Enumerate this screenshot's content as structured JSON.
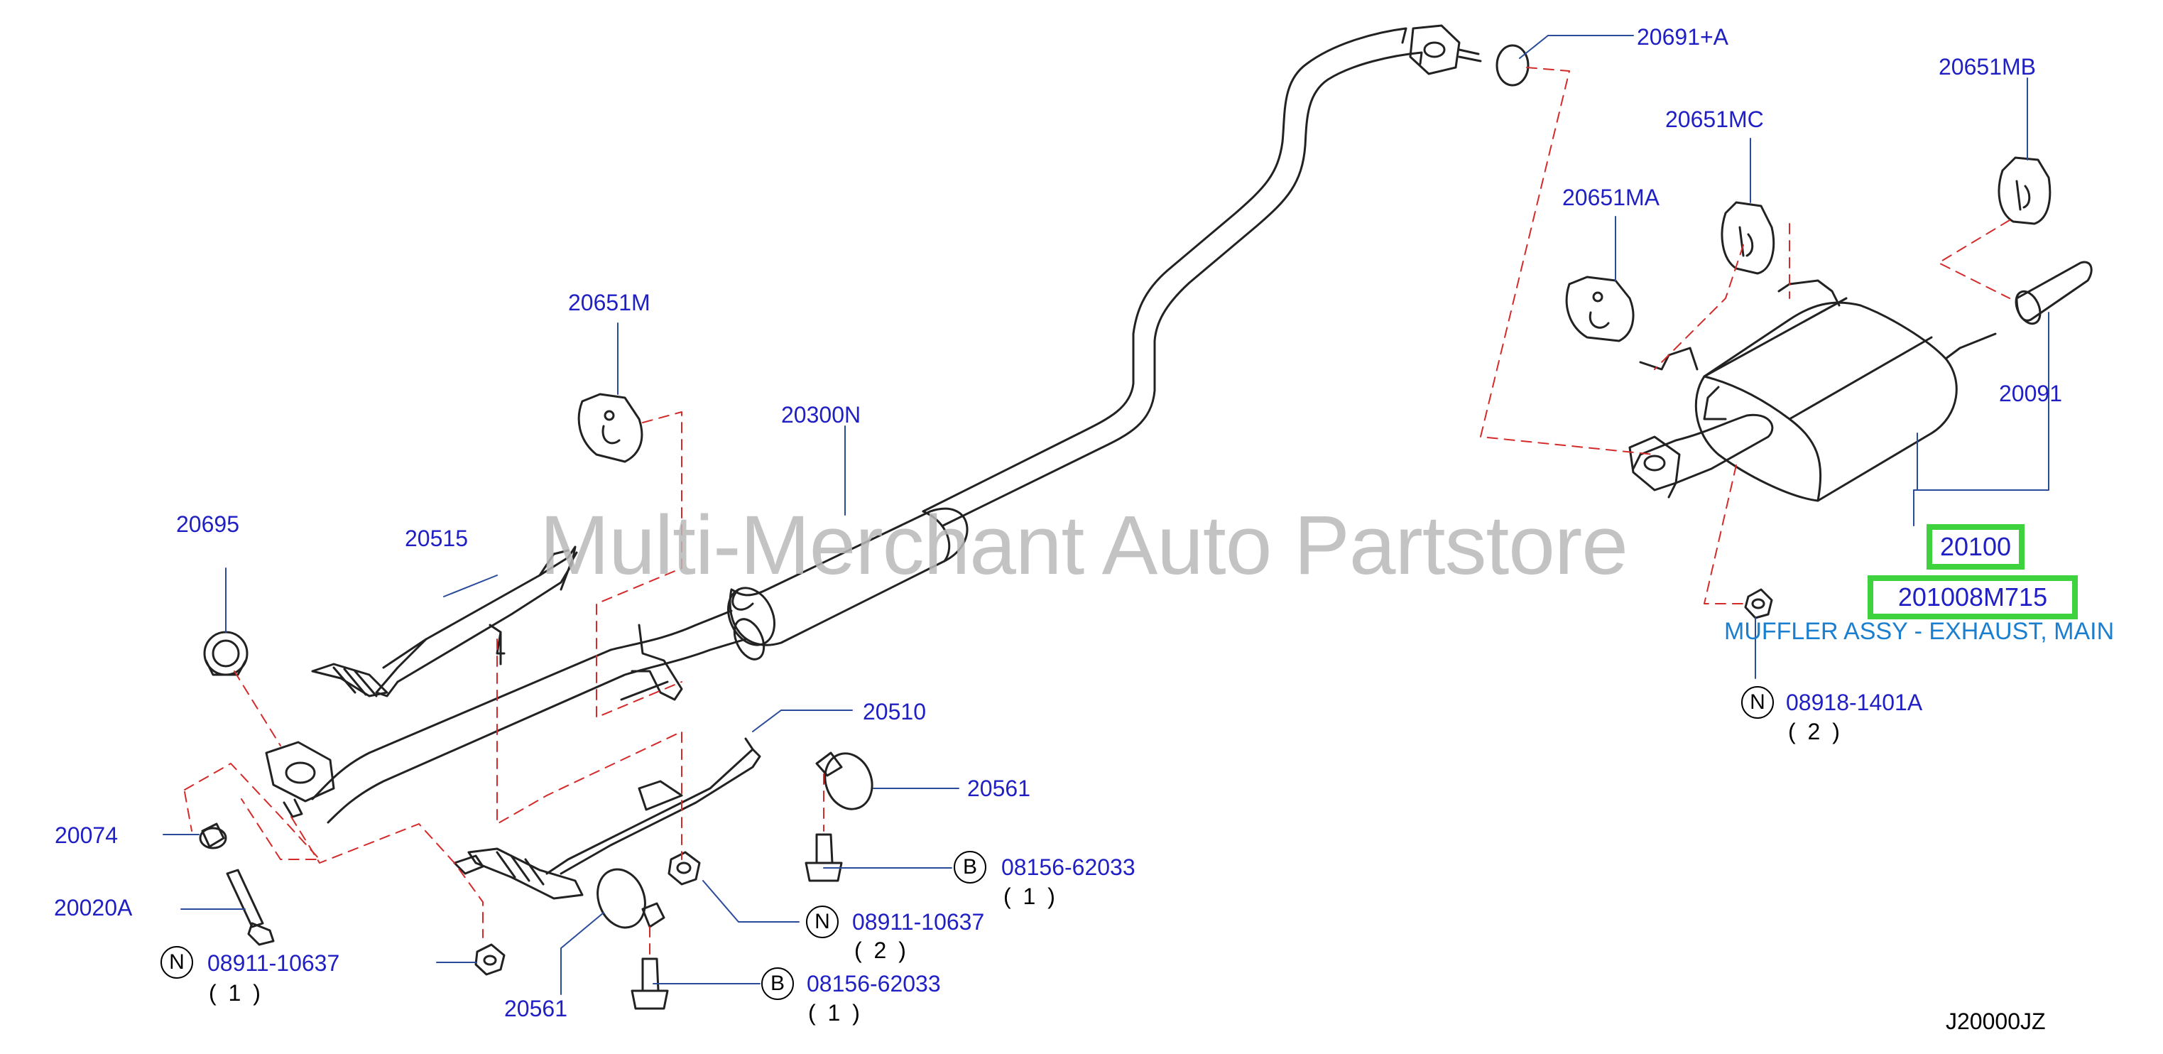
{
  "watermark": "Multi-Merchant Auto Partstore",
  "diagram_code": "J20000JZ",
  "highlight": {
    "group_number": "20100",
    "part_number": "201008M715",
    "description": "MUFFLER ASSY - EXHAUST, MAIN"
  },
  "part_labels": {
    "p20691A": "20691+A",
    "p20651MB": "20651MB",
    "p20651MC": "20651MC",
    "p20651MA": "20651MA",
    "p20651M": "20651M",
    "p20300N": "20300N",
    "p20091": "20091",
    "p20695": "20695",
    "p20515": "20515",
    "p20510": "20510",
    "p20561a": "20561",
    "p20561b": "20561",
    "p20074": "20074",
    "p20020A": "20020A"
  },
  "fasteners": [
    {
      "symbol": "N",
      "number": "08918-1401A",
      "qty": "( 2 )"
    },
    {
      "symbol": "B",
      "number": "08156-62033",
      "qty": "( 1 )"
    },
    {
      "symbol": "N",
      "number": "08911-10637",
      "qty": "( 2 )"
    },
    {
      "symbol": "N",
      "number": "08911-10637",
      "qty": "( 1 )"
    },
    {
      "symbol": "B",
      "number": "08156-62033",
      "qty": "( 1 )"
    }
  ],
  "colors": {
    "part_number": "#1f1fc4",
    "leader_line": "#2a4b9a",
    "dashed_line": "#d42a2a",
    "highlight_border": "#3ed23e",
    "description": "#1b7fd0",
    "watermark": "#b9b9b9"
  }
}
